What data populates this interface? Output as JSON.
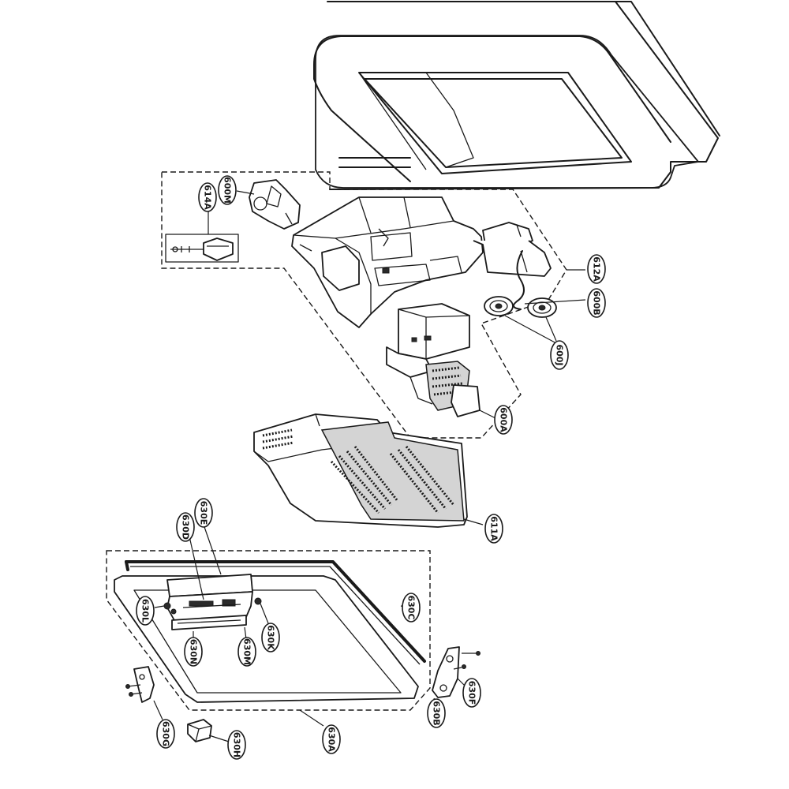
{
  "diagram": {
    "callouts": [
      {
        "id": "614A",
        "label": "614A"
      },
      {
        "id": "600M",
        "label": "600M"
      },
      {
        "id": "612A",
        "label": "612A"
      },
      {
        "id": "600B",
        "label": "600B"
      },
      {
        "id": "600J",
        "label": "600J"
      },
      {
        "id": "600A",
        "label": "600A"
      },
      {
        "id": "611A",
        "label": "611A"
      },
      {
        "id": "630E",
        "label": "630E"
      },
      {
        "id": "630D",
        "label": "630D"
      },
      {
        "id": "630C",
        "label": "630C"
      },
      {
        "id": "630L",
        "label": "630L"
      },
      {
        "id": "630K",
        "label": "630K"
      },
      {
        "id": "630N",
        "label": "630N"
      },
      {
        "id": "630M",
        "label": "630M"
      },
      {
        "id": "630F",
        "label": "630F"
      },
      {
        "id": "630B",
        "label": "630B"
      },
      {
        "id": "630G",
        "label": "630G"
      },
      {
        "id": "630H",
        "label": "630H"
      },
      {
        "id": "630A",
        "label": "630A"
      }
    ]
  }
}
